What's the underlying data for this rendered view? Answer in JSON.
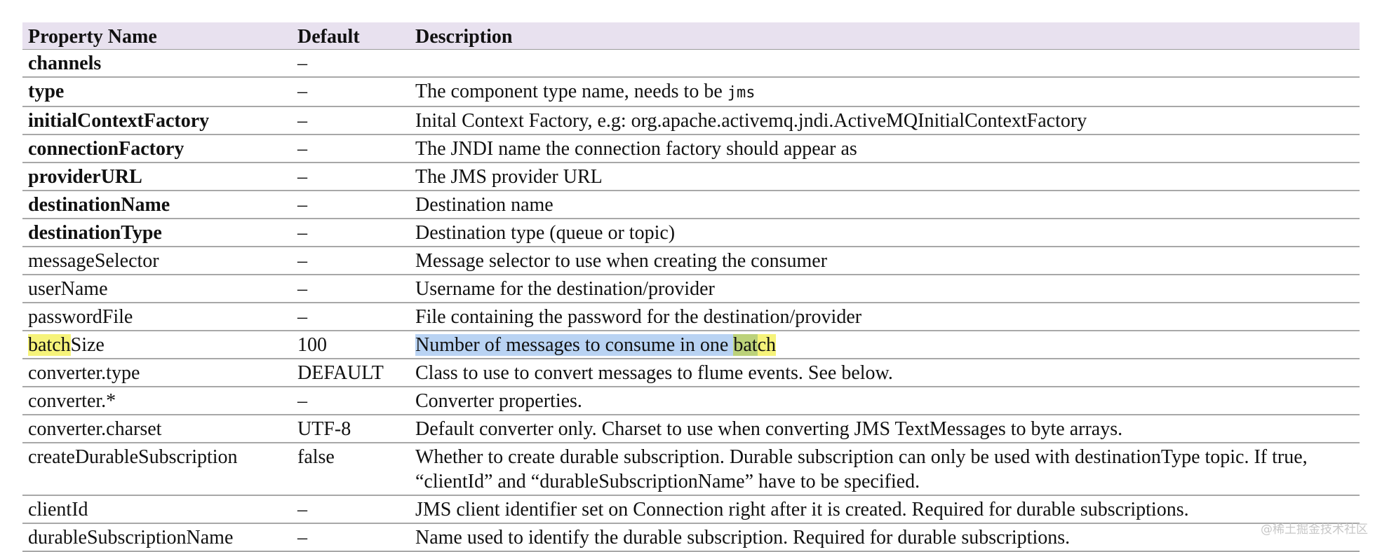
{
  "table": {
    "headers": {
      "name": "Property Name",
      "default": "Default",
      "description": "Description"
    },
    "rows": [
      {
        "name": "channels",
        "default": "–",
        "description": ""
      },
      {
        "name": "type",
        "default": "–",
        "description": "The component type name, needs to be ",
        "code": "jms"
      },
      {
        "name": "initialContextFactory",
        "default": "–",
        "description": "Inital Context Factory, e.g: org.apache.activemq.jndi.ActiveMQInitialContextFactory"
      },
      {
        "name": "connectionFactory",
        "default": "–",
        "description": "The JNDI name the connection factory should appear as"
      },
      {
        "name": "providerURL",
        "default": "–",
        "description": "The JMS provider URL"
      },
      {
        "name": "destinationName",
        "default": "–",
        "description": "Destination name"
      },
      {
        "name": "destinationType",
        "default": "–",
        "description": "Destination type (queue or topic)"
      },
      {
        "name": "messageSelector",
        "default": "–",
        "description": "Message selector to use when creating the consumer"
      },
      {
        "name": "userName",
        "default": "–",
        "description": "Username for the destination/provider"
      },
      {
        "name": "passwordFile",
        "default": "–",
        "description": "File containing the password for the destination/provider"
      },
      {
        "name_parts": [
          "batch",
          "Size"
        ],
        "default": "100",
        "description_parts": [
          "Number of messages to consume in one ",
          "bat",
          "ch"
        ]
      },
      {
        "name": "converter.type",
        "default": "DEFAULT",
        "description": "Class to use to convert messages to flume events. See below."
      },
      {
        "name": "converter.*",
        "default": "–",
        "description": "Converter properties."
      },
      {
        "name": "converter.charset",
        "default": "UTF-8",
        "description": "Default converter only. Charset to use when converting JMS TextMessages to byte arrays."
      },
      {
        "name": "createDurableSubscription",
        "default": "false",
        "description": "Whether to create durable subscription. Durable subscription can only be used with destinationType topic. If true, “clientId” and “durableSubscriptionName” have to be specified."
      },
      {
        "name": "clientId",
        "default": "–",
        "description": "JMS client identifier set on Connection right after it is created. Required for durable subscriptions."
      },
      {
        "name": "durableSubscriptionName",
        "default": "–",
        "description": "Name used to identify the durable subscription. Required for durable subscriptions."
      }
    ]
  },
  "watermark": "@稀土掘金技术社区",
  "colors": {
    "header_bg": "#e8e1ef",
    "highlight_yellow": "#f6f37a",
    "highlight_blue": "#b9d3f3",
    "highlight_green": "#bcd27a"
  }
}
